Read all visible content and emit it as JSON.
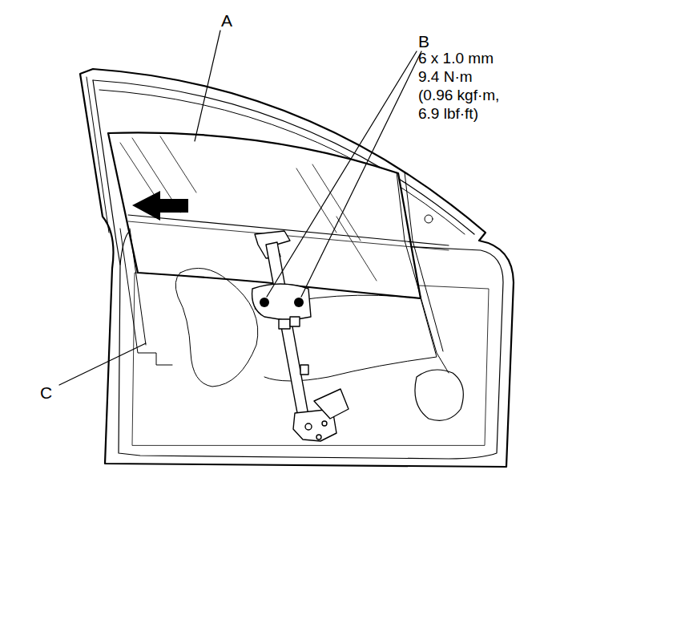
{
  "diagram": {
    "labels": [
      "A",
      "B",
      "6 x 1.0 mm",
      "9.4 N·m",
      "(0.96 kgf·m,",
      "6.9 lbf·ft)",
      "C"
    ]
  }
}
